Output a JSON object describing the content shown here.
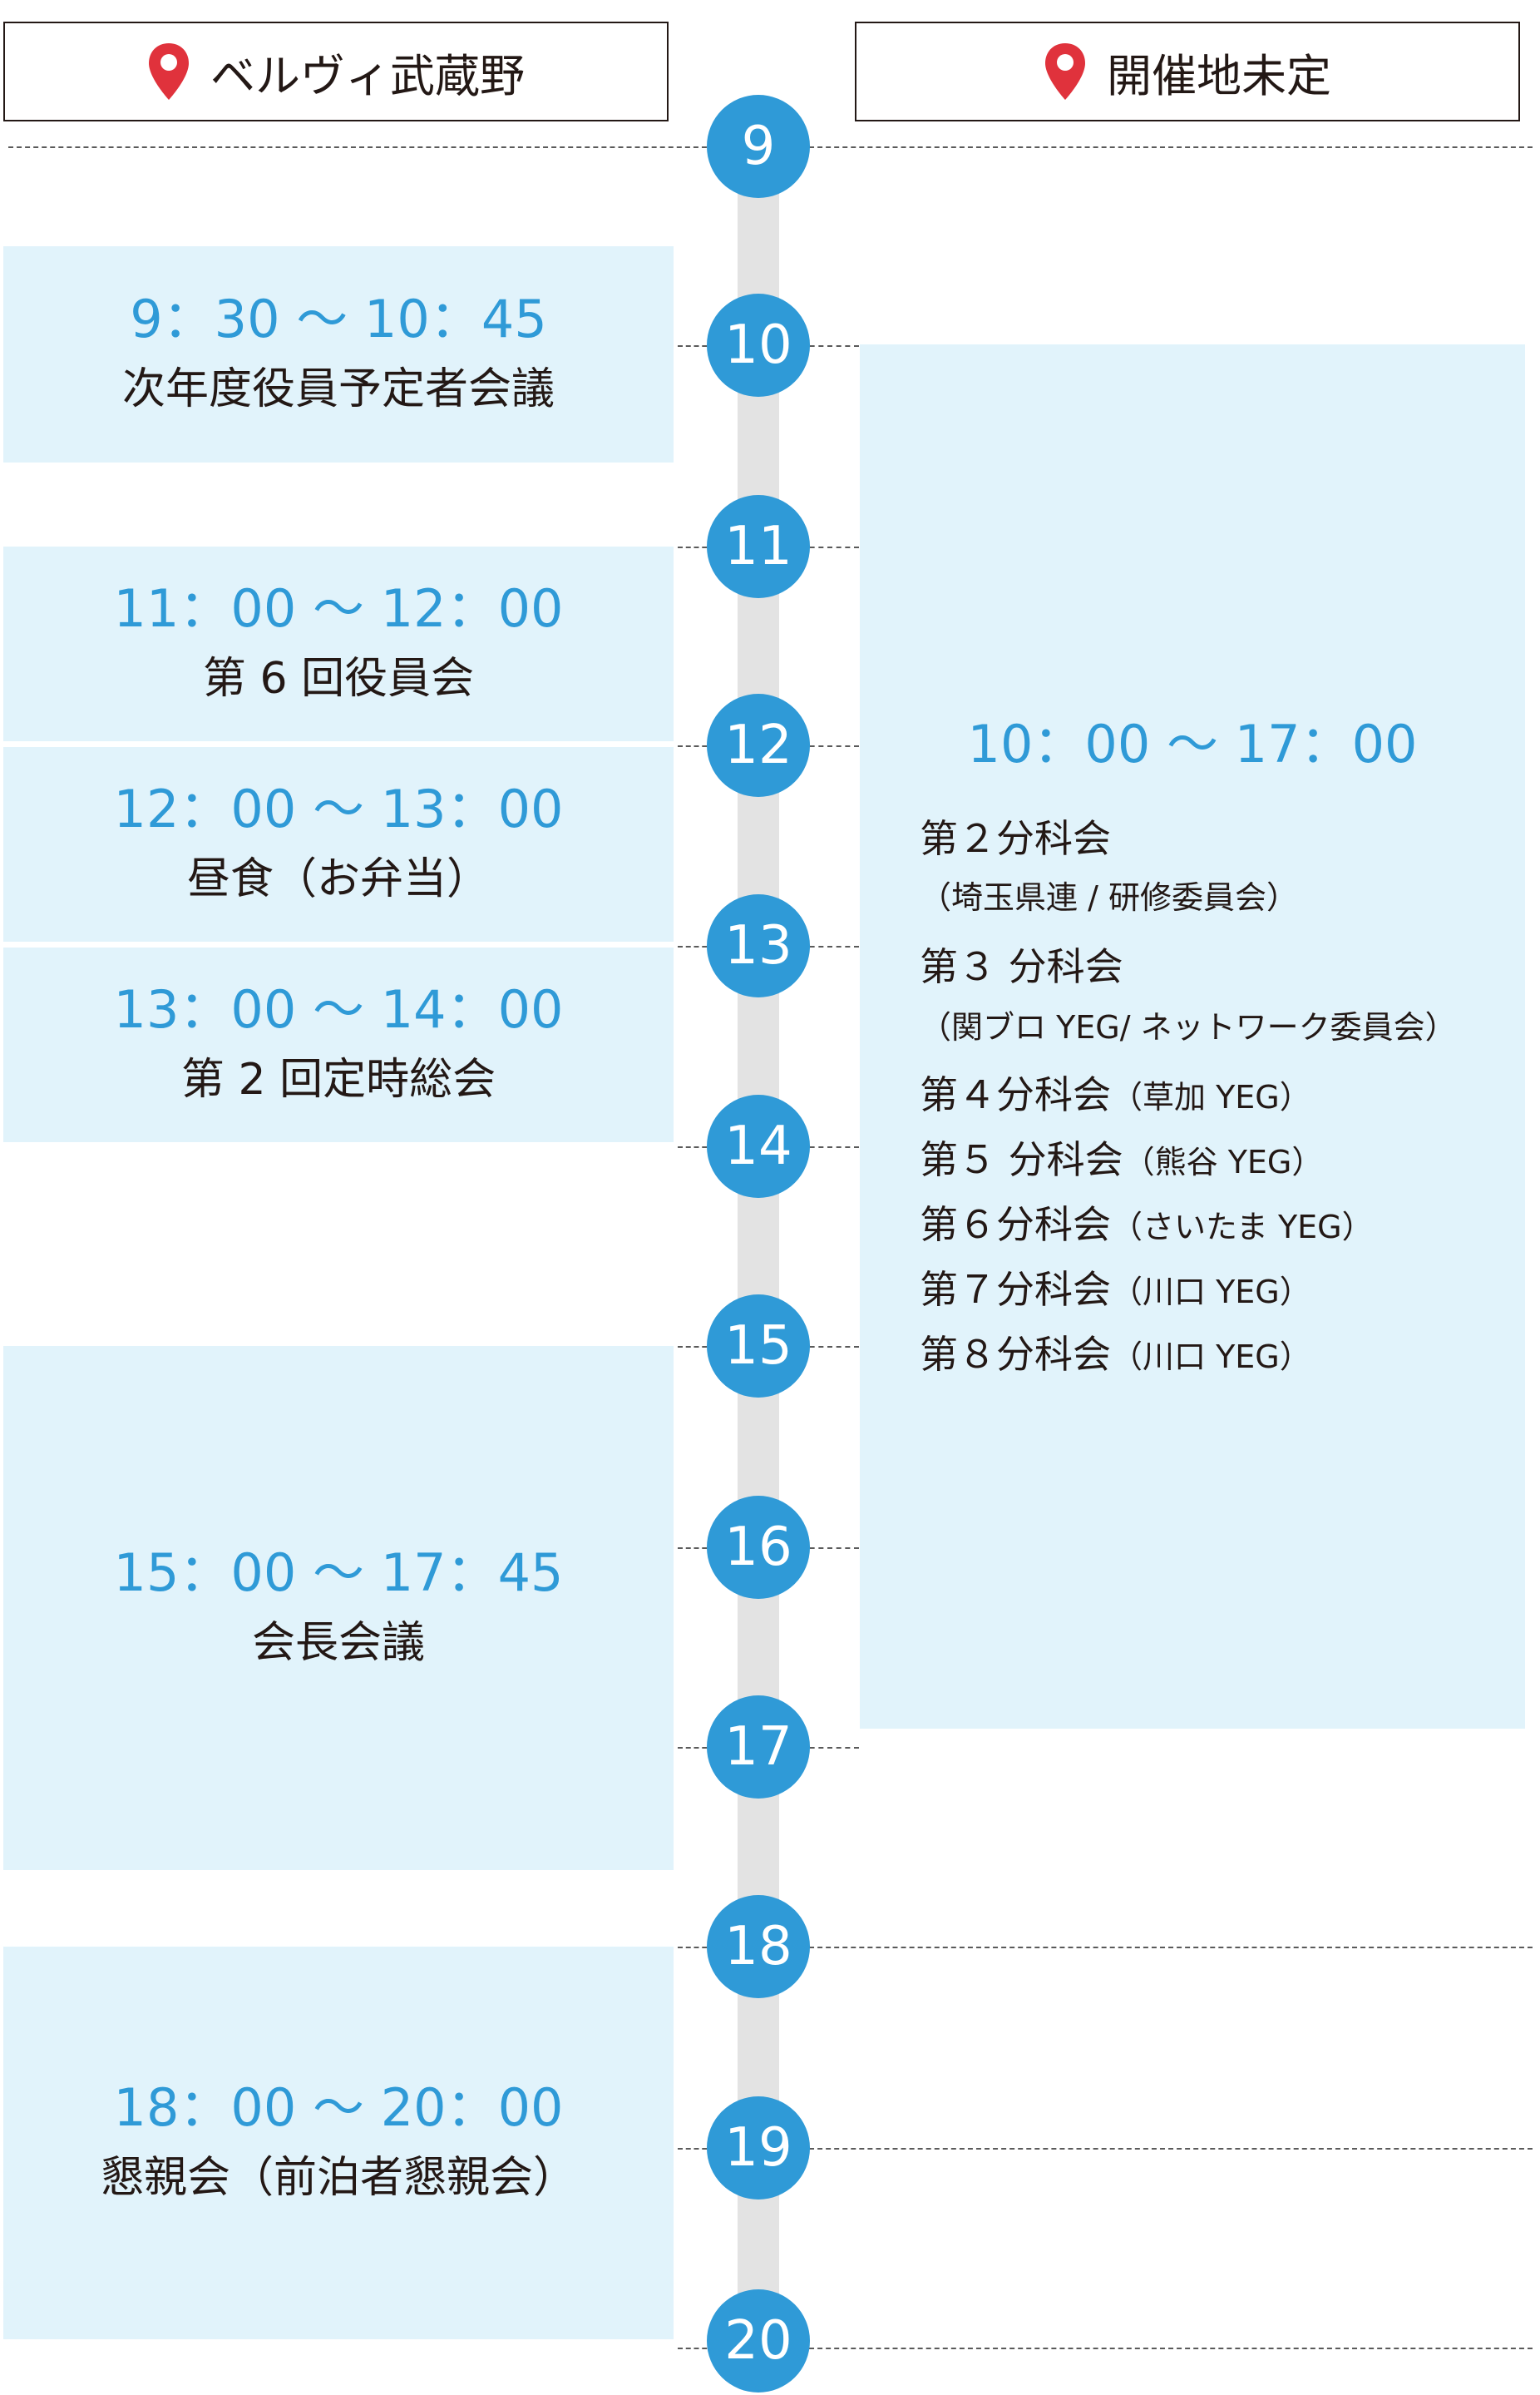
{
  "venues": {
    "left": {
      "name": "ベルヴィ武蔵野",
      "icon": "map-pin-icon"
    },
    "right": {
      "name": "開催地未定",
      "icon": "map-pin-icon"
    }
  },
  "colors": {
    "accent": "#2f9ad7",
    "event_bg": "#e1f3fb",
    "pin": "#e0323c",
    "axis": "#e3e3e3"
  },
  "hours": [
    "9",
    "10",
    "11",
    "12",
    "13",
    "14",
    "15",
    "16",
    "17",
    "18",
    "19",
    "20"
  ],
  "left_events": [
    {
      "time": "9：30 〜 10：45",
      "title": "次年度役員予定者会議"
    },
    {
      "time": "11：00 〜 12：00",
      "title": "第 6 回役員会"
    },
    {
      "time": "12：00 〜 13：00",
      "title": "昼食（お弁当）"
    },
    {
      "time": "13：00 〜 14：00",
      "title": "第 2 回定時総会"
    },
    {
      "time": "15：00 〜 17：45",
      "title": "会長会議"
    },
    {
      "time": "18：00 〜 20：00",
      "title": "懇親会（前泊者懇親会）"
    }
  ],
  "right_event": {
    "time": "10：00 〜 17：00",
    "sessions": [
      {
        "main": "第２分科会",
        "sub": ""
      },
      {
        "main": "",
        "sub": "（埼玉県連 / 研修委員会）"
      },
      {
        "main": "第３ 分科会",
        "sub": ""
      },
      {
        "main": "",
        "sub": "（関ブロ YEG/ ネットワーク委員会）"
      },
      {
        "main": "第４分科会",
        "sub": "（草加 YEG）"
      },
      {
        "main": "第５ 分科会",
        "sub": "（熊谷 YEG）"
      },
      {
        "main": "第６分科会",
        "sub": "（さいたま YEG）"
      },
      {
        "main": "第７分科会",
        "sub": "（川口 YEG）"
      },
      {
        "main": "第８分科会",
        "sub": "（川口 YEG）"
      }
    ]
  }
}
